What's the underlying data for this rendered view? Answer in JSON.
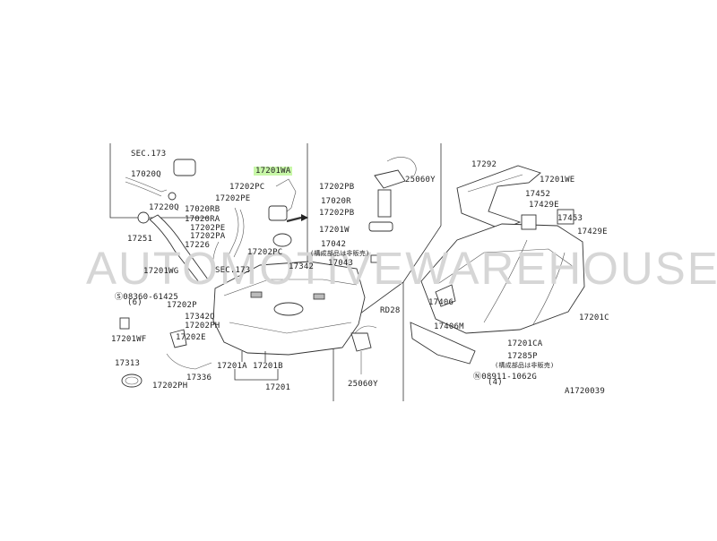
{
  "watermark": "AUTOMOTIVEWAREHOUSE",
  "figure_id": "A1720039",
  "highlight_label": "17201WA",
  "labels": {
    "sec173_top": "SEC.173",
    "p17020Q": "17020Q",
    "p17220Q": "17220Q",
    "p17020RB": "17020RB",
    "p17020RA": "17020RA",
    "p17251": "17251",
    "p17202PC_a": "17202PC",
    "p17202PE_a": "17202PE",
    "p17202PE_b": "17202PE",
    "p17202PA": "17202PA",
    "p17226": "17226",
    "p17202PC_b": "17202PC",
    "sec173_mid": "SEC.173",
    "p17342": "17342",
    "p17201WG": "17201WG",
    "s08360": "08360-61425",
    "s08360_qty": "(6)",
    "p17202P": "17202P",
    "p17342Q": "17342Q",
    "p17202PH_a": "17202PH",
    "p17201WF": "17201WF",
    "p17202E": "17202E",
    "p17313": "17313",
    "p17336": "17336",
    "p17201A": "17201A",
    "p17201B": "17201B",
    "p17202PH_b": "17202PH",
    "p17201": "17201",
    "p17202PB": "17202PB",
    "p25060Y_a": "25060Y",
    "p17020R": "17020R",
    "p17202PB_b": "17202PB",
    "p17201W": "17201W",
    "p17042": "17042",
    "note_a": "(構成部品は非販売)",
    "p17043": "17043",
    "rd28": "RD28",
    "p25060Y_b": "25060Y",
    "p17292": "17292",
    "p17201WE": "17201WE",
    "p17452": "17452",
    "p17429E_a": "17429E",
    "p17453": "17453",
    "p17429E_b": "17429E",
    "p17201C": "17201C",
    "p17406": "17406",
    "p17406M": "17406M",
    "p17201CA": "17201CA",
    "p17285P": "17285P",
    "note_b": "(構成部品は非販売)",
    "n08911": "08911-1062G",
    "n08911_qty": "(4)"
  }
}
